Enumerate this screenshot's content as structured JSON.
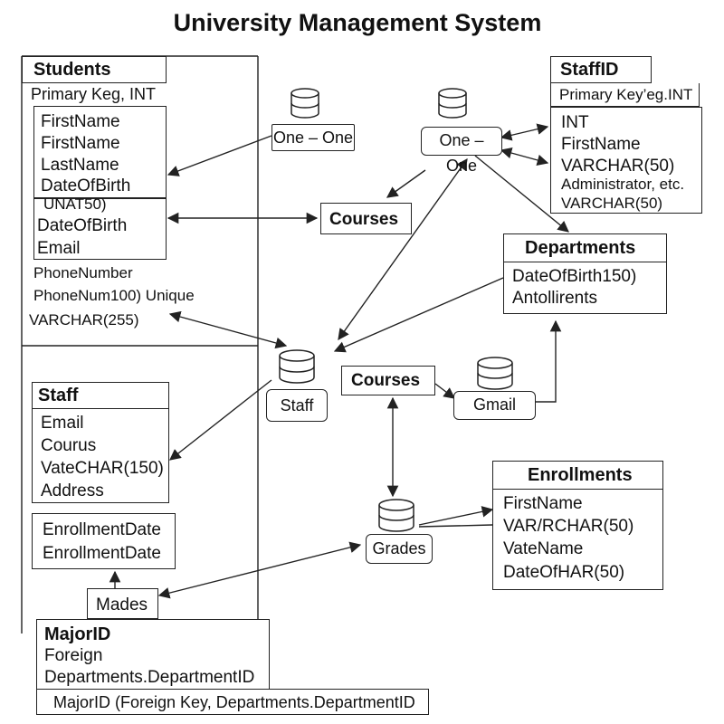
{
  "title": "University Management System",
  "students": {
    "header": "Students",
    "primary_key": "Primary Keg, INT",
    "fields": [
      "FirstName",
      "FirstName",
      "LastName",
      "DateOfBirth"
    ],
    "extra_fields": [
      "UNAT50)",
      "DateOfBirth",
      "Email"
    ],
    "loose_fields": [
      "PhoneNumber",
      "PhoneNum100) Unique",
      "VARCHAR(255)"
    ]
  },
  "staffid": {
    "header": "StaffID",
    "primary_key": "Primary Key’eg.INT",
    "fields": [
      "INT",
      "FirstName",
      "VARCHAR(50)",
      "Administrator, etc.",
      "VARCHAR(50)"
    ]
  },
  "relations": {
    "one_one_left": "One – One",
    "one_one_right": "One – One",
    "courses_top": "Courses",
    "courses_mid": "Courses",
    "staff": "Staff",
    "gmail": "Gmail",
    "grades": "Grades",
    "mades": "Mades"
  },
  "departments": {
    "header": "Departments",
    "fields": [
      "DateOfBirth150)",
      "Antollirents"
    ]
  },
  "staff": {
    "header": "Staff",
    "fields": [
      "Email",
      "Courus",
      "VateCHAR(150)",
      "Address"
    ]
  },
  "enrollment_dates": {
    "fields": [
      "EnrollmentDate",
      "EnrollmentDate"
    ]
  },
  "enrollments": {
    "header": "Enrollments",
    "fields": [
      "FirstName",
      "VAR/RCHAR(50)",
      "VateName",
      "DateOfHAR(50)"
    ]
  },
  "majorid": {
    "header": "MajorID",
    "fields": [
      "Foreign",
      "Departments.DepartmentID"
    ],
    "footer": "MajorID (Foreign Key, Departments.DepartmentID"
  }
}
